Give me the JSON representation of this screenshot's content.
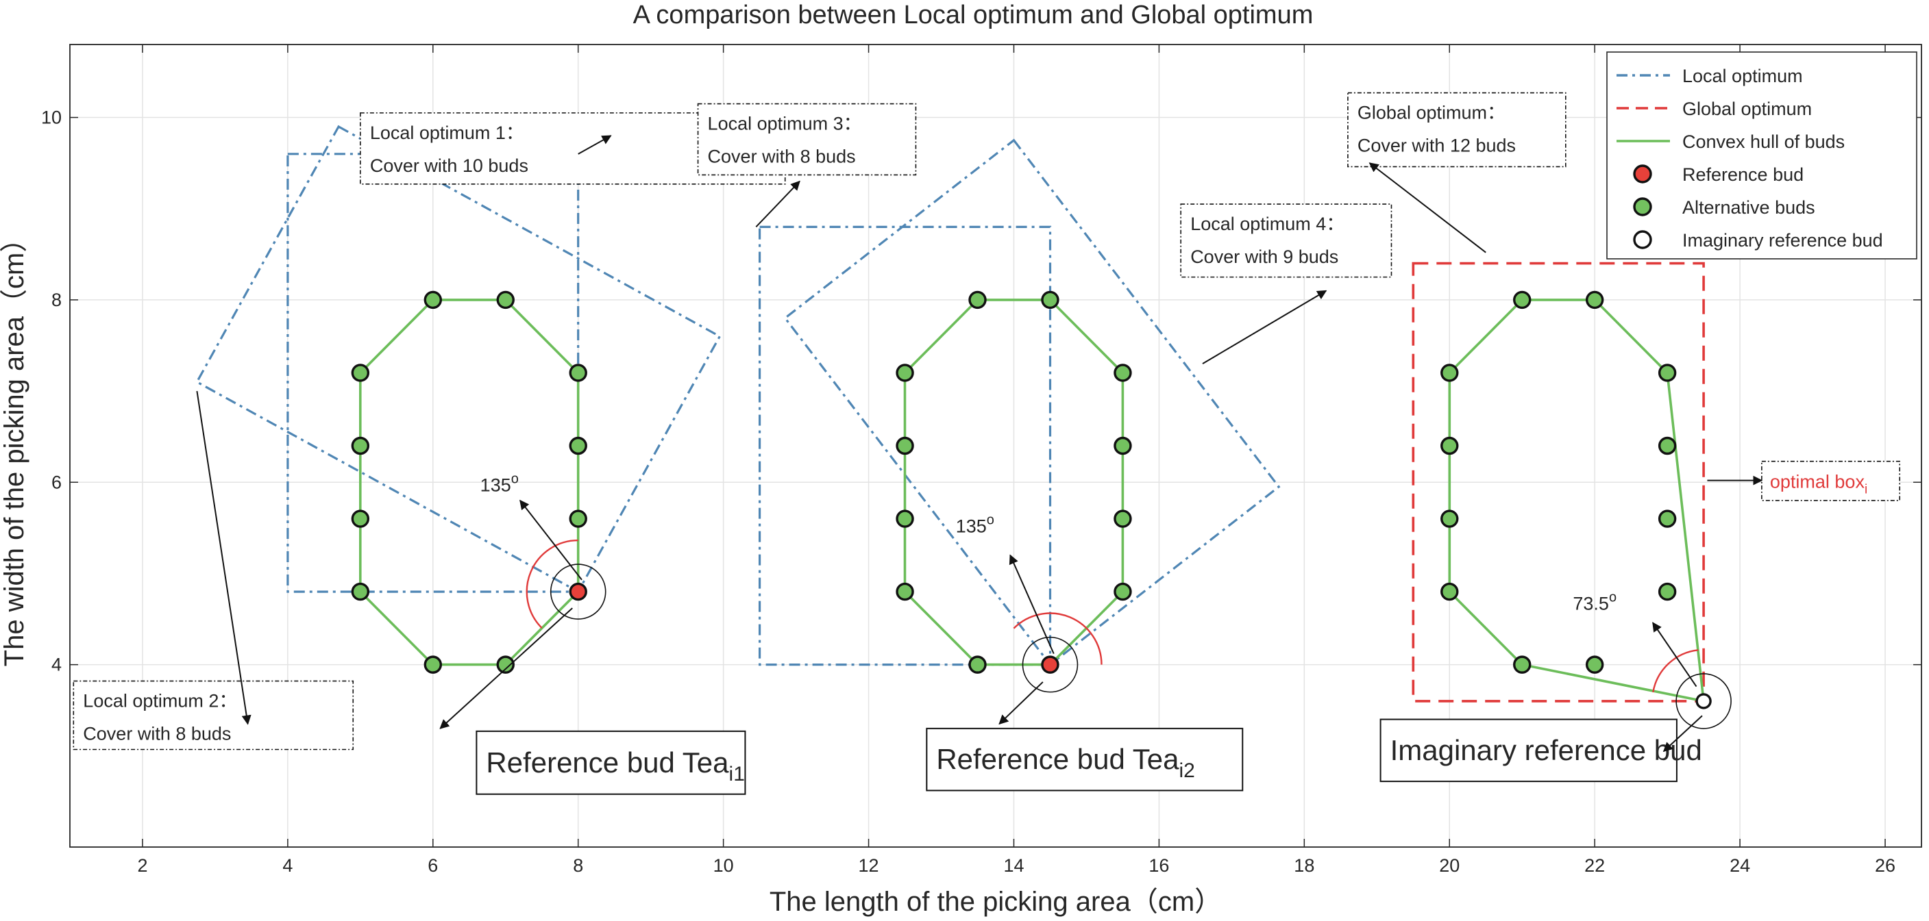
{
  "chart_data": {
    "type": "scatter",
    "title": "A comparison between Local optimum and Global optimum",
    "xlabel": "The length of the picking area（cm）",
    "ylabel": "The width of the picking area（cm）",
    "xlim": [
      1.0,
      26.5
    ],
    "ylim": [
      2.0,
      10.8
    ],
    "grid": true,
    "x_ticks": [
      2,
      4,
      6,
      8,
      10,
      12,
      14,
      16,
      18,
      20,
      22,
      24,
      26
    ],
    "y_ticks": [
      4,
      6,
      8,
      10
    ],
    "legend_position": "top-right",
    "legend": [
      {
        "label": "Local optimum",
        "kind": "dashdot",
        "color": "#4f86b4"
      },
      {
        "label": "Global optimum",
        "kind": "dashed",
        "color": "#e03a3a"
      },
      {
        "label": "Convex hull of buds",
        "kind": "solid",
        "color": "#6cbd5a"
      },
      {
        "label": "Reference bud",
        "kind": "marker",
        "color": "#e8413a"
      },
      {
        "label": "Alternative buds",
        "kind": "marker",
        "color": "#73c15f"
      },
      {
        "label": "Imaginary reference bud",
        "kind": "marker",
        "color": "#ffffff"
      }
    ],
    "groups": [
      {
        "reference_bud": [
          8,
          4.8
        ],
        "alternative_buds": [
          [
            6,
            8
          ],
          [
            7,
            8
          ],
          [
            5,
            7.2
          ],
          [
            8,
            7.2
          ],
          [
            5,
            6.4
          ],
          [
            8,
            6.4
          ],
          [
            5,
            5.6
          ],
          [
            8,
            5.6
          ],
          [
            5,
            4.8
          ],
          [
            6,
            4
          ],
          [
            7,
            4
          ]
        ],
        "hull": [
          [
            6,
            8
          ],
          [
            7,
            8
          ],
          [
            8,
            7.2
          ],
          [
            8,
            4.8
          ],
          [
            7,
            4
          ],
          [
            6,
            4
          ],
          [
            5,
            4.8
          ],
          [
            5,
            7.2
          ],
          [
            6,
            8
          ]
        ]
      },
      {
        "reference_bud": [
          14.5,
          4
        ],
        "alternative_buds": [
          [
            13.5,
            8
          ],
          [
            14.5,
            8
          ],
          [
            12.5,
            7.2
          ],
          [
            15.5,
            7.2
          ],
          [
            12.5,
            6.4
          ],
          [
            15.5,
            6.4
          ],
          [
            12.5,
            5.6
          ],
          [
            15.5,
            5.6
          ],
          [
            12.5,
            4.8
          ],
          [
            15.5,
            4.8
          ],
          [
            13.5,
            4
          ]
        ],
        "hull": [
          [
            13.5,
            8
          ],
          [
            14.5,
            8
          ],
          [
            15.5,
            7.2
          ],
          [
            15.5,
            4.8
          ],
          [
            14.5,
            4
          ],
          [
            13.5,
            4
          ],
          [
            12.5,
            4.8
          ],
          [
            12.5,
            7.2
          ],
          [
            13.5,
            8
          ]
        ]
      },
      {
        "imaginary_reference_bud": [
          23.5,
          3.6
        ],
        "alternative_buds": [
          [
            21,
            8
          ],
          [
            22,
            8
          ],
          [
            20,
            7.2
          ],
          [
            23,
            7.2
          ],
          [
            20,
            6.4
          ],
          [
            23,
            6.4
          ],
          [
            20,
            5.6
          ],
          [
            23,
            5.6
          ],
          [
            20,
            4.8
          ],
          [
            23,
            4.8
          ],
          [
            21,
            4
          ],
          [
            22,
            4
          ]
        ],
        "hull": [
          [
            21,
            8
          ],
          [
            22,
            8
          ],
          [
            23,
            7.2
          ],
          [
            23.5,
            3.6
          ],
          [
            21,
            4
          ],
          [
            20,
            4.8
          ],
          [
            20,
            7.2
          ],
          [
            21,
            8
          ]
        ]
      }
    ],
    "boxes": [
      {
        "kind": "local",
        "points": [
          [
            4,
            9.6
          ],
          [
            8,
            9.6
          ],
          [
            8,
            4.8
          ],
          [
            4,
            4.8
          ]
        ]
      },
      {
        "kind": "local",
        "points": [
          [
            4.7,
            9.9
          ],
          [
            9.95,
            7.6
          ],
          [
            8,
            4.8
          ],
          [
            2.75,
            7.1
          ]
        ]
      },
      {
        "kind": "local",
        "points": [
          [
            10.5,
            8.8
          ],
          [
            14.5,
            8.8
          ],
          [
            14.5,
            4
          ],
          [
            10.5,
            4
          ]
        ]
      },
      {
        "kind": "local",
        "points": [
          [
            14,
            9.75
          ],
          [
            17.65,
            5.95
          ],
          [
            14.5,
            4
          ],
          [
            10.85,
            7.8
          ]
        ]
      },
      {
        "kind": "global",
        "points": [
          [
            19.5,
            8.4
          ],
          [
            23.5,
            8.4
          ],
          [
            23.5,
            3.6
          ],
          [
            19.5,
            3.6
          ]
        ]
      }
    ],
    "annotations": [
      {
        "id": "lo1",
        "lines": [
          "Local optimum 1：",
          "Cover with 10 buds"
        ],
        "box": [
          5.0,
          9.27,
          10.85,
          10.05
        ],
        "arrow": [
          [
            8.0,
            9.6
          ],
          [
            8.45,
            9.8
          ]
        ]
      },
      {
        "id": "lo2",
        "lines": [
          "Local optimum 2：",
          "Cover with 8 buds"
        ],
        "box": [
          1.05,
          3.07,
          4.9,
          3.82
        ],
        "arrow": [
          [
            2.75,
            7.0
          ],
          [
            3.45,
            3.35
          ]
        ]
      },
      {
        "id": "lo3",
        "lines": [
          "Local optimum 3：",
          "Cover with 8 buds"
        ],
        "box": [
          9.65,
          9.37,
          12.65,
          10.15
        ],
        "arrow": [
          [
            10.45,
            8.8
          ],
          [
            11.05,
            9.3
          ]
        ]
      },
      {
        "id": "lo4",
        "lines": [
          "Local optimum 4：",
          "Cover with 9 buds"
        ],
        "box": [
          16.3,
          8.25,
          19.2,
          9.05
        ],
        "arrow": [
          [
            16.6,
            7.3
          ],
          [
            18.3,
            8.1
          ]
        ]
      },
      {
        "id": "go",
        "lines": [
          "Global optimum：",
          "Cover with 12 buds"
        ],
        "box": [
          18.6,
          9.46,
          21.6,
          10.27
        ],
        "arrow": [
          [
            20.5,
            8.52
          ],
          [
            18.9,
            9.5
          ]
        ]
      },
      {
        "id": "ob",
        "lines": [
          "optimal box",
          "i"
        ],
        "box": [
          24.3,
          5.8,
          26.2,
          6.23
        ],
        "arrow": [
          [
            23.55,
            6.02
          ],
          [
            24.3,
            6.02
          ]
        ]
      }
    ],
    "reference_labels": [
      {
        "text": "Reference bud Tea",
        "sub": "i1",
        "box": [
          6.6,
          2.58,
          10.3,
          3.27
        ],
        "arrow": [
          [
            7.92,
            4.62
          ],
          [
            6.1,
            3.3
          ]
        ]
      },
      {
        "text": "Reference bud Tea",
        "sub": "i2",
        "box": [
          12.8,
          2.62,
          17.15,
          3.3
        ],
        "arrow": [
          [
            14.4,
            3.81
          ],
          [
            13.8,
            3.35
          ]
        ]
      },
      {
        "text": "Imaginary reference bud",
        "sub": "",
        "box": [
          19.05,
          2.72,
          23.13,
          3.4
        ],
        "arrow": [
          [
            23.48,
            3.44
          ],
          [
            22.95,
            3.05
          ]
        ]
      }
    ],
    "angles": [
      {
        "value": "135",
        "unit": "o",
        "center": [
          8,
          4.8
        ],
        "start": 90,
        "end": 225,
        "arrow": [
          [
            8.05,
            4.93
          ],
          [
            7.2,
            5.8
          ]
        ],
        "label_at": [
          6.65,
          5.9
        ]
      },
      {
        "value": "135",
        "unit": "o",
        "center": [
          14.5,
          4
        ],
        "start": 0,
        "end": 135,
        "arrow": [
          [
            14.55,
            4.12
          ],
          [
            13.95,
            5.2
          ]
        ],
        "label_at": [
          13.2,
          5.45
        ]
      },
      {
        "value": "73.5",
        "unit": "o",
        "center": [
          23.5,
          3.6
        ],
        "start": 96,
        "end": 170,
        "arrow": [
          [
            23.4,
            3.76
          ],
          [
            22.8,
            4.46
          ]
        ],
        "label_at": [
          21.7,
          4.6
        ]
      }
    ]
  }
}
